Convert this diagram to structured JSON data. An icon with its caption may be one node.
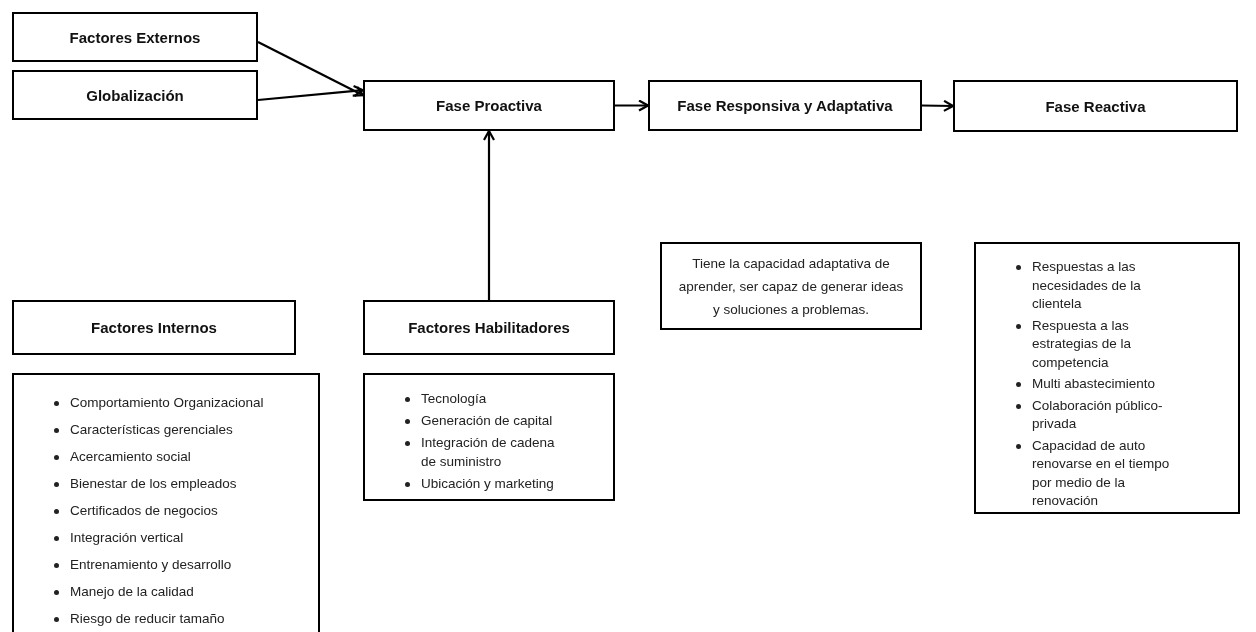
{
  "diagram": {
    "nodes": [
      {
        "text": [
          "Factores Externos"
        ]
      },
      {
        "text": [
          "Globalización"
        ]
      },
      {
        "text": [
          "Fase Proactiva"
        ]
      },
      {
        "text": [
          "Fase Responsiva y Adaptativa"
        ]
      },
      {
        "text": [
          "Fase Reactiva"
        ]
      },
      {
        "text": [
          "Factores Internos"
        ]
      },
      {
        "text": [
          "Factores Habilitadores"
        ]
      },
      {
        "text": [
          "Comportamiento Organizacional",
          "Características gerenciales",
          "Acercamiento social",
          "Bienestar de los empleados",
          "Certificados de negocios",
          "Integración vertical",
          "Entrenamiento y desarrollo",
          "Manejo de la calidad",
          "Riesgo de  reducir tamaño"
        ]
      },
      {
        "text": [
          "Tecnología",
          "Generación de capital",
          "Integración de cadena de suministro",
          "Ubicación y marketing"
        ]
      },
      {
        "text": [
          "Tiene la capacidad adaptativa de aprender, ser capaz de generar ideas y soluciones a problemas."
        ]
      },
      {
        "text": [
          "Respuestas a las necesidades de la clientela",
          "Respuesta a las estrategias de la competencia",
          "Multi abastecimiento",
          "Colaboración público-privada",
          "Capacidad de auto renovarse en el tiempo por medio de la renovación"
        ]
      }
    ],
    "edges": [
      {
        "from": 0,
        "to": 2,
        "arrow": "to"
      },
      {
        "from": 1,
        "to": 2,
        "arrow": "to"
      },
      {
        "from": 6,
        "to": 2,
        "arrow": "to"
      },
      {
        "from": 2,
        "to": 3,
        "arrow": "to"
      },
      {
        "from": 3,
        "to": 4,
        "arrow": "to"
      }
    ]
  }
}
